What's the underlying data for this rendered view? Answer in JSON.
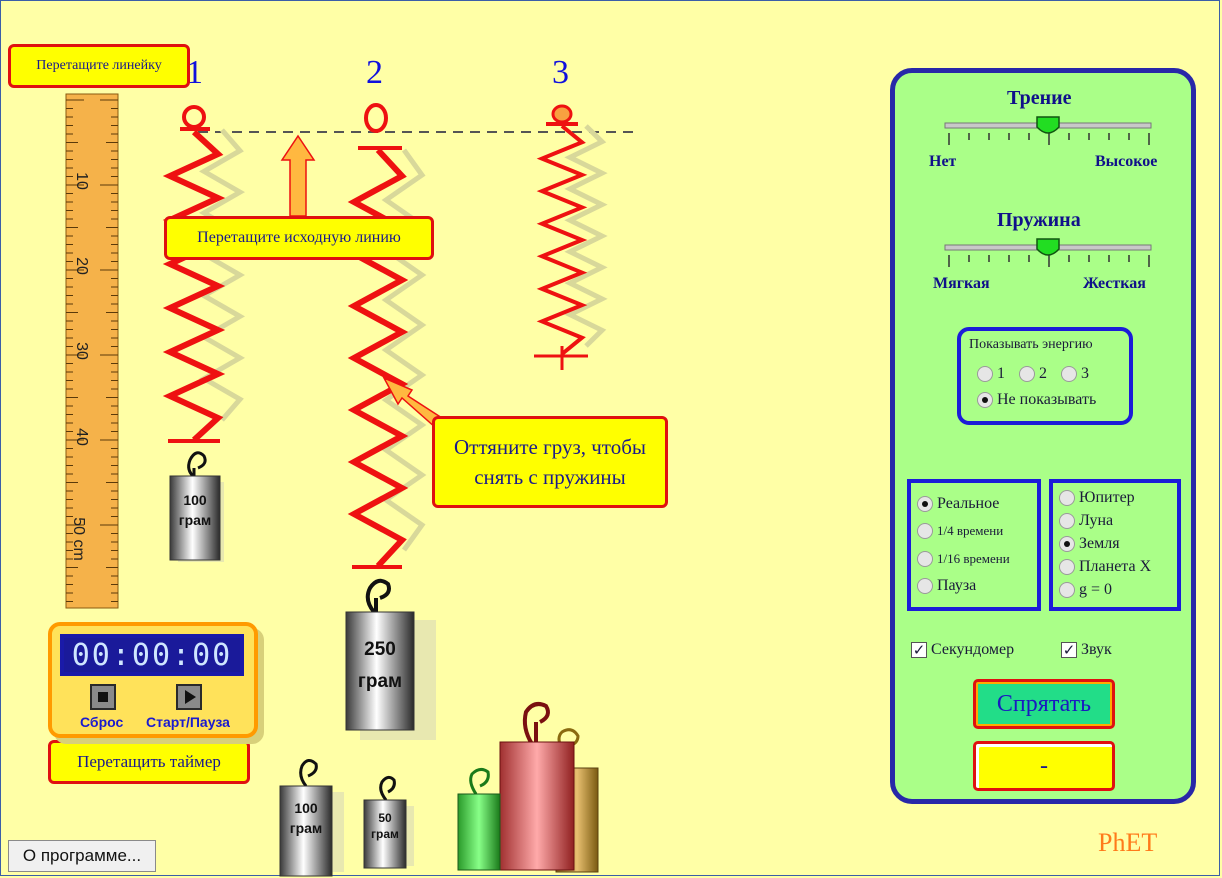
{
  "hints": {
    "ruler": "Перетащите линейку",
    "baseline": "Перетащите исходную линию",
    "pull_mass": "Оттяните груз, чтобы снять с пружины",
    "timer": "Перетащить таймер"
  },
  "springs": [
    "1",
    "2",
    "3"
  ],
  "ruler": {
    "ticks": [
      "10",
      "20",
      "30",
      "40",
      "50 cm"
    ]
  },
  "masses": {
    "hanging1": {
      "value": "100",
      "unit": "грам"
    },
    "hanging2": {
      "value": "250",
      "unit": "грам"
    },
    "free100": {
      "value": "100",
      "unit": "грам"
    },
    "free50": {
      "value": "50",
      "unit": "грам"
    }
  },
  "timer": {
    "display": "00:00:00",
    "reset": "Сброс",
    "start_pause": "Старт/Пауза"
  },
  "panel": {
    "friction": {
      "title": "Трение",
      "min": "Нет",
      "max": "Высокое"
    },
    "spring": {
      "title": "Пружина",
      "min": "Мягкая",
      "max": "Жесткая"
    },
    "energy": {
      "title": "Показывать энергию",
      "options": [
        "1",
        "2",
        "3",
        "Не показывать"
      ],
      "selected": "Не показывать"
    },
    "time": {
      "options": [
        "Реальное",
        "1/4 времени",
        "1/16 времени",
        "Пауза"
      ],
      "selected": "Реальное"
    },
    "planet": {
      "options": [
        "Юпитер",
        "Луна",
        "Земля",
        "Планета X",
        "g = 0"
      ],
      "selected": "Земля"
    },
    "stopwatch": "Секундомер",
    "sound": "Звук",
    "hide_button": "Спрятать",
    "minus_button": "-"
  },
  "about_button": "О программе...",
  "brand": "PhET",
  "colors": {
    "background": "#ffffa6",
    "spring": "#ee1111",
    "panel": "#aaff88",
    "hint": "#ffff00",
    "hint_border": "#e01010"
  }
}
